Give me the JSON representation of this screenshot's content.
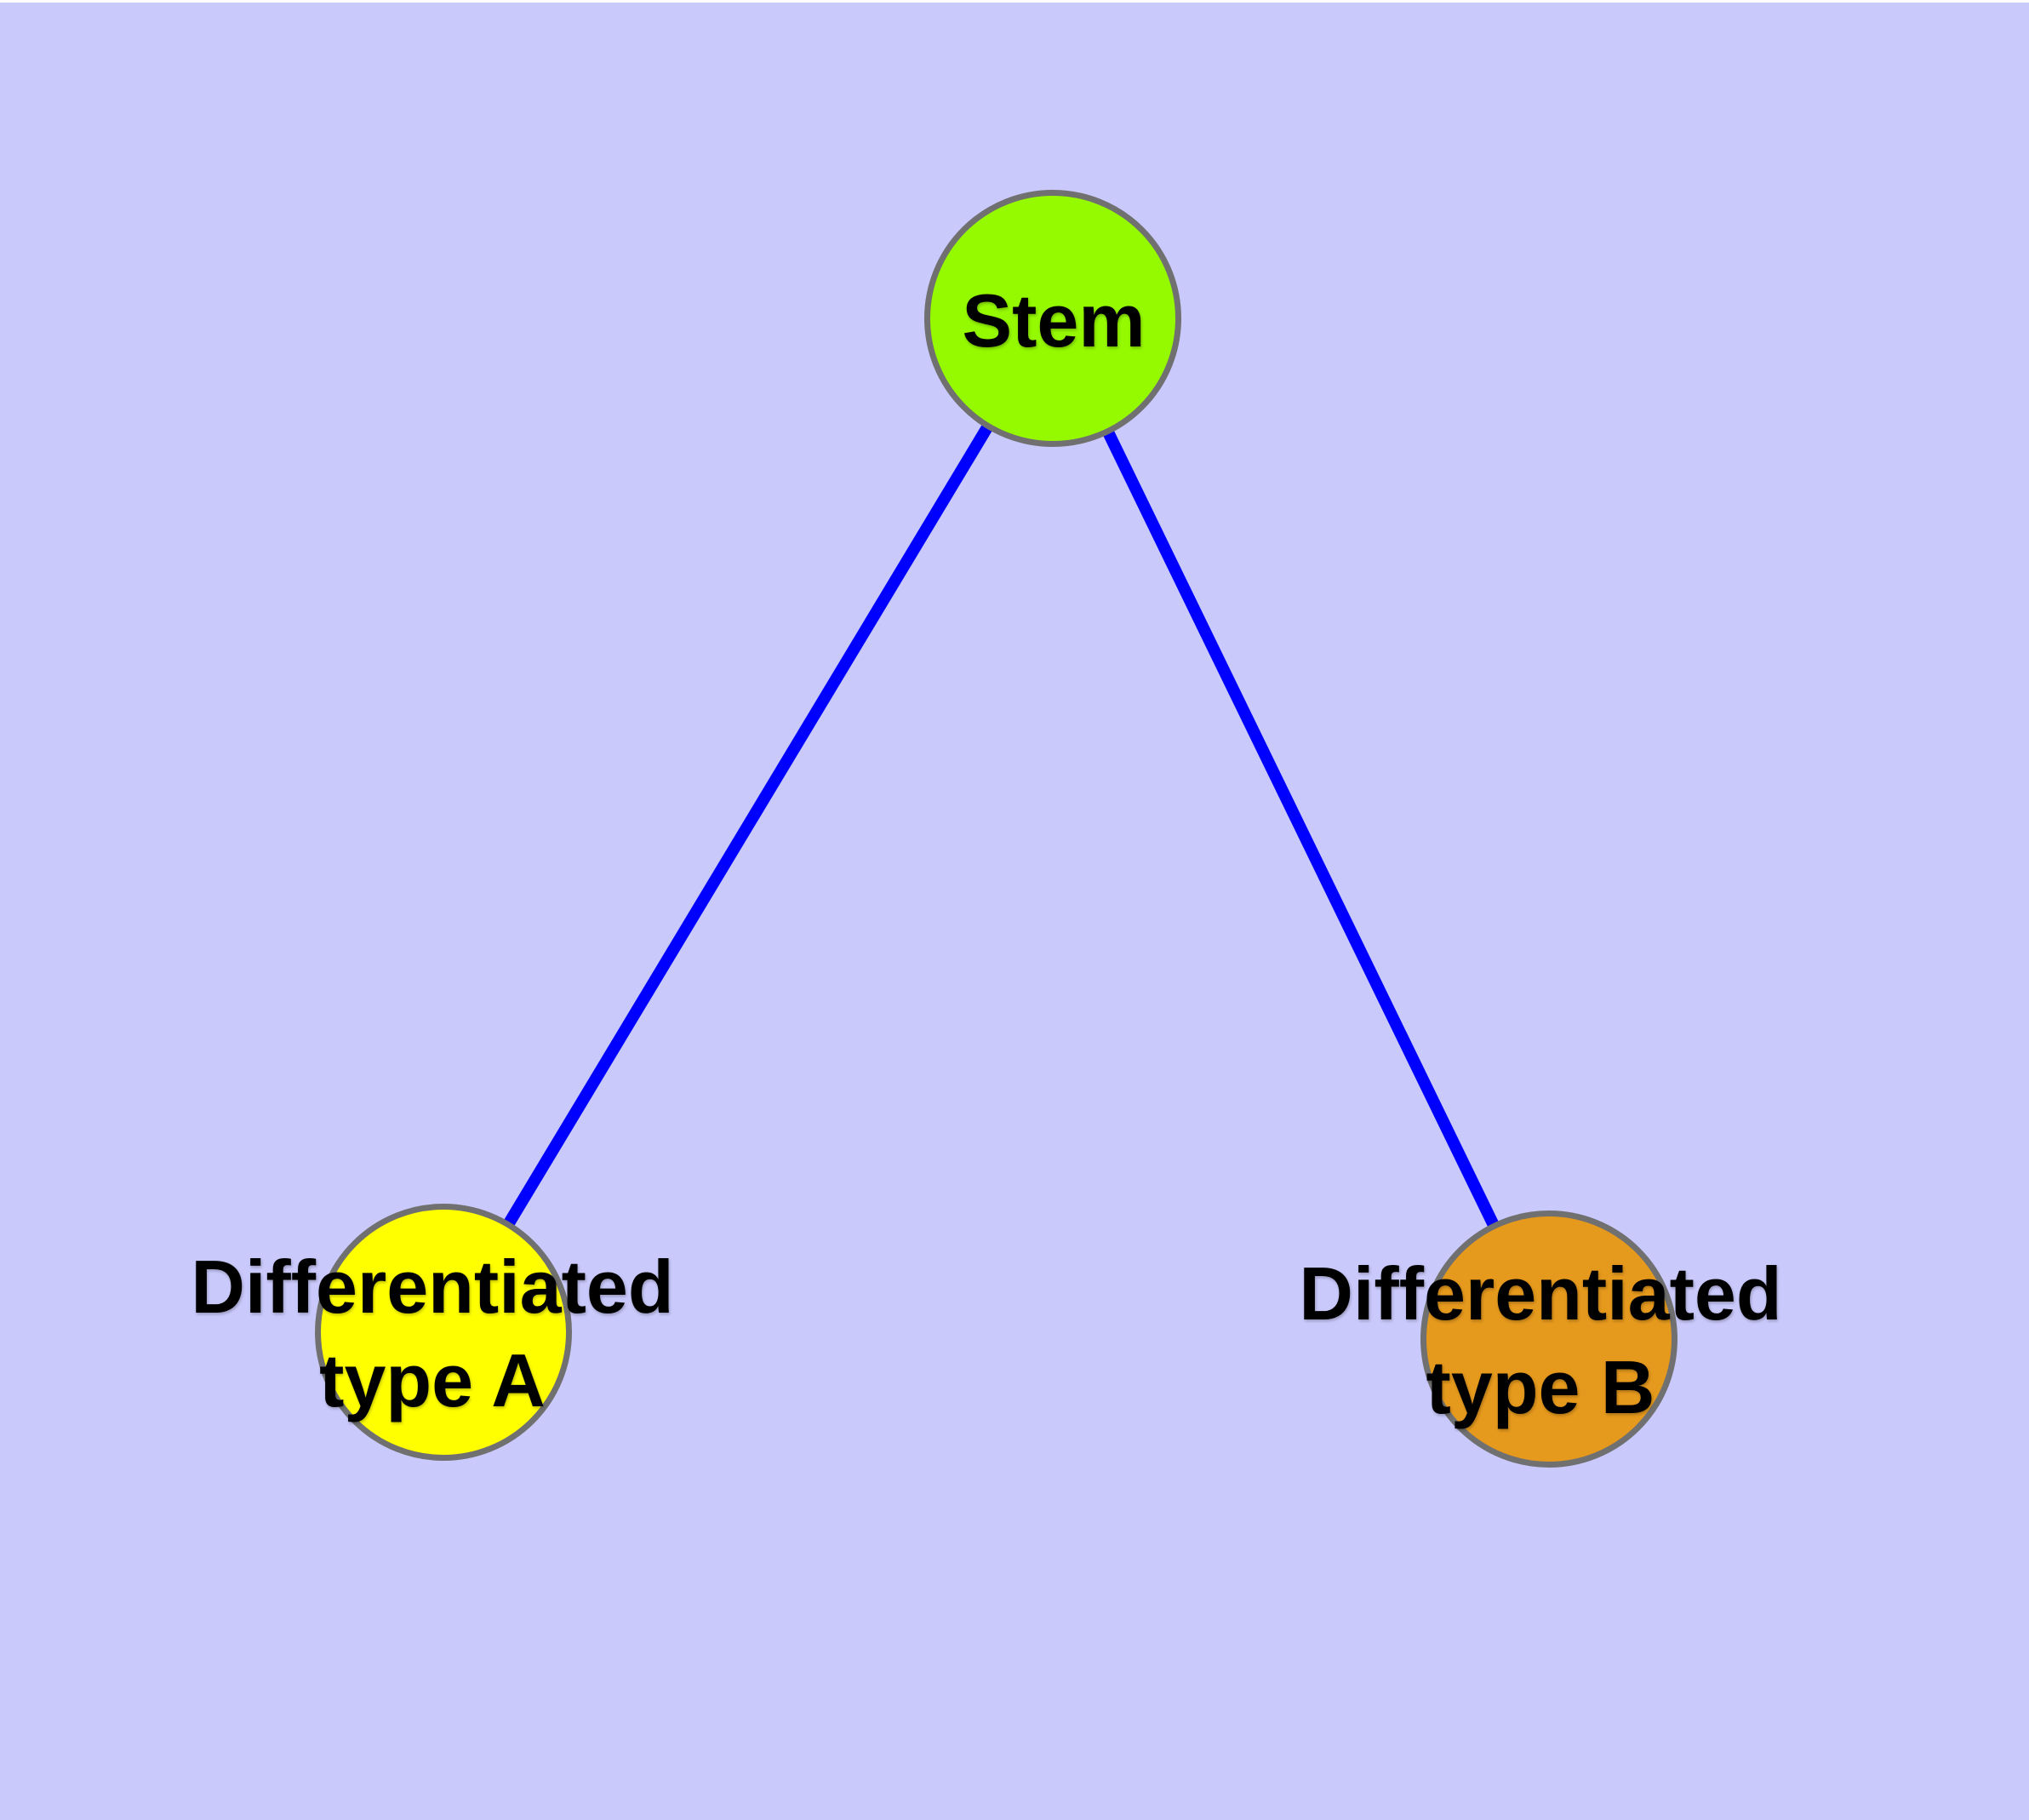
{
  "diagram": {
    "type": "node-link-graph",
    "background_color": "#c9c9fb",
    "frame_color": "#ffffff",
    "edge_color": "#0000ff",
    "node_border_color": "#707070",
    "text_color": "#000000",
    "nodes": [
      {
        "id": "stem",
        "label": "Stem",
        "fill": "#95f900"
      },
      {
        "id": "differentiated-type-a",
        "label": "Differentiated\ntype A",
        "fill": "#ffff00"
      },
      {
        "id": "differentiated-type-b",
        "label": "Differentiated\ntype B",
        "fill": "#e5991d"
      }
    ],
    "edges": [
      {
        "from": "Stem",
        "to": "Differentiated type A"
      },
      {
        "from": "Stem",
        "to": "Differentiated type B"
      }
    ]
  }
}
